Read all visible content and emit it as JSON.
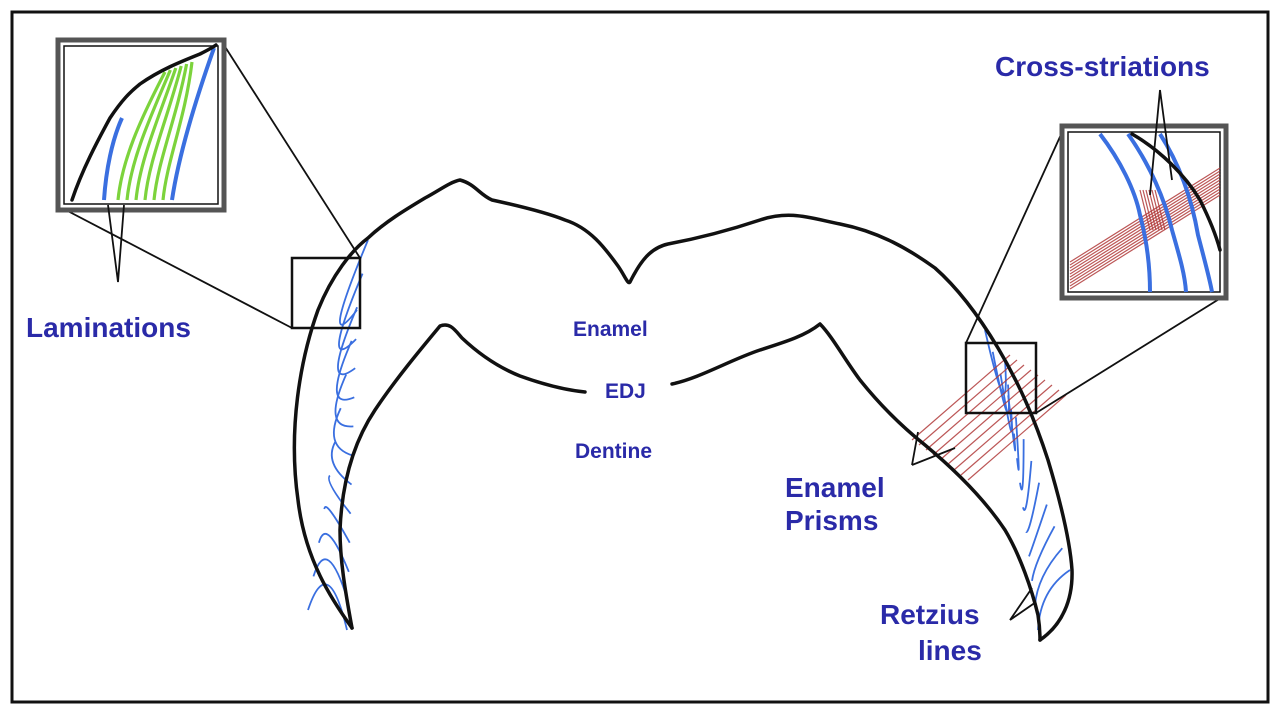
{
  "labels": {
    "laminations": "Laminations",
    "cross_striations": "Cross-striations",
    "enamel": "Enamel",
    "edj": "EDJ",
    "dentine": "Dentine",
    "enamel_prisms_line1": "Enamel",
    "enamel_prisms_line2": "Prisms",
    "retzius_line1": "Retzius",
    "retzius_line2": "lines"
  },
  "colors": {
    "label_text": "#2a2aa8",
    "outline": "#111111",
    "retzius_lines": "#3a6fe0",
    "laminations_green": "#7cd33c",
    "enamel_prisms": "#b03a3a"
  }
}
